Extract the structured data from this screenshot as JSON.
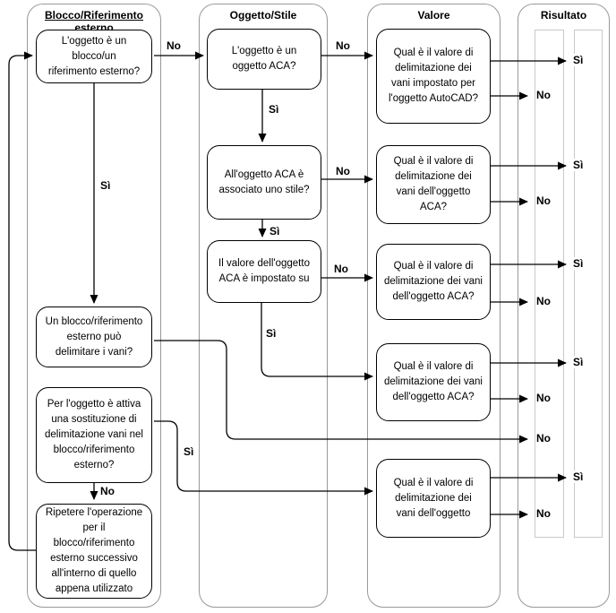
{
  "diagram": {
    "columns": {
      "blocco": {
        "title": "Blocco/Riferimento\nesterno"
      },
      "oggetto": {
        "title": "Oggetto/Stile"
      },
      "valore": {
        "title": "Valore"
      },
      "risultato": {
        "title": "Risultato"
      }
    },
    "labels": {
      "yes": "Sì",
      "no": "No"
    },
    "nodes": {
      "blocco_q1": {
        "text": "L'oggetto è un\nblocco/un\nriferimento esterno?"
      },
      "blocco_q2": {
        "text": "Un blocco/riferimento\nesterno può\ndelimitare i vani?"
      },
      "blocco_q3": {
        "text": "Per l'oggetto è attiva\nuna sostituzione di\ndelimitazione vani nel\nblocco/riferimento\nesterno?"
      },
      "blocco_azione": {
        "text": "Ripetere l'operazione\nper il\nblocco/riferimento\nesterno successivo\nall'interno di quello\nappena utilizzato"
      },
      "oggetto_q1": {
        "text": "L'oggetto è un\noggetto ACA?"
      },
      "oggetto_q2": {
        "text": "All'oggetto ACA è\nassociato uno stile?"
      },
      "oggetto_q3": {
        "text": "Il valore dell'oggetto\nACA è impostato su"
      },
      "valore_q1": {
        "text": "Qual è il valore di\ndelimitazione dei\nvani impostato per\nl'oggetto AutoCAD?"
      },
      "valore_q2": {
        "text": "Qual è il valore di\ndelimitazione dei\nvani dell'oggetto\nACA?"
      },
      "valore_q3": {
        "text": "Qual è il valore di\ndelimitazione dei vani\ndell'oggetto ACA?"
      },
      "valore_q4": {
        "text": "Qual è il valore di\ndelimitazione dei vani\ndell'oggetto ACA?"
      },
      "valore_q5": {
        "text": "Qual è il valore di\ndelimitazione dei\nvani dell'oggetto"
      }
    }
  }
}
